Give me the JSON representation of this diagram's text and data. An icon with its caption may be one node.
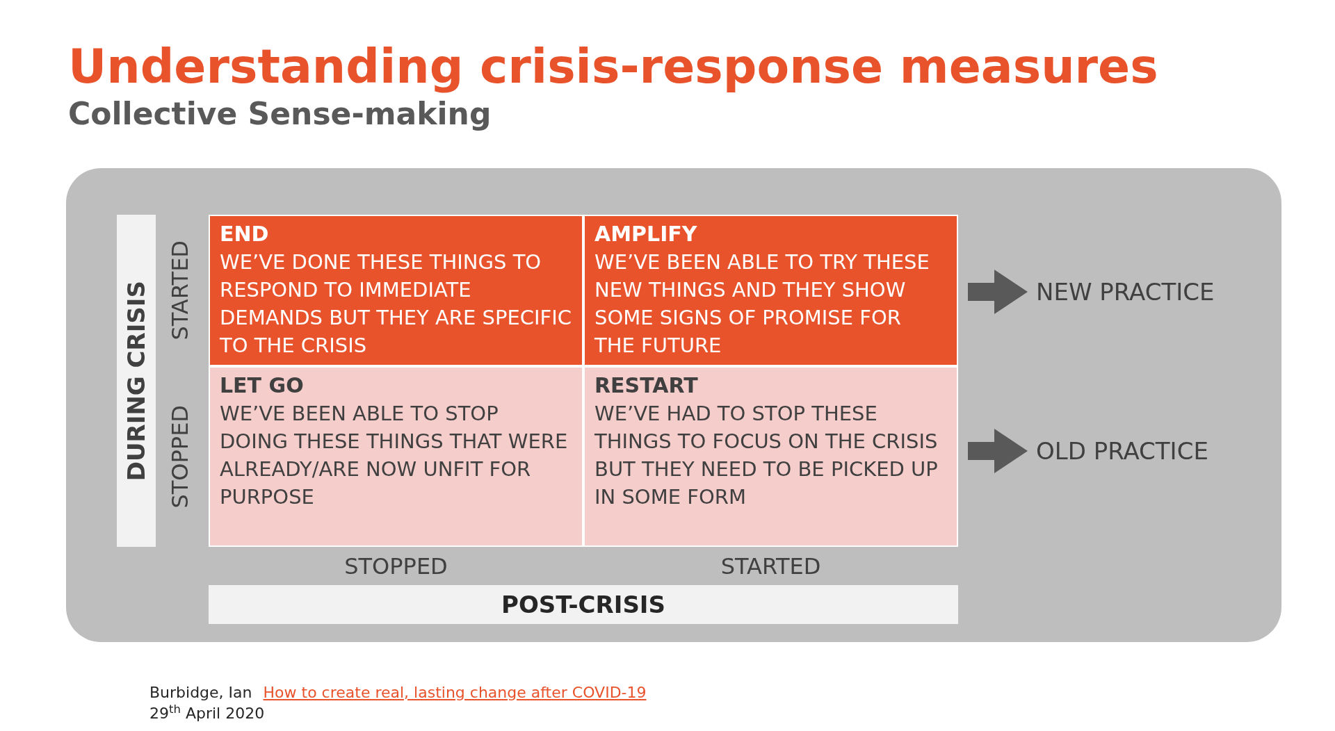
{
  "diagram": {
    "title": "Understanding crisis-response measures",
    "caption": "Collective Sense-making",
    "nodes": [
      {
        "text": [
          "END",
          "WE’VE DONE THESE THINGS TO RESPOND TO IMMEDIATE DEMANDS BUT THEY ARE SPECIFIC TO THE CRISIS"
        ]
      },
      {
        "text": [
          "AMPLIFY",
          "WE’VE BEEN ABLE TO TRY THESE NEW THINGS AND THEY SHOW SOME SIGNS OF PROMISE FOR THE FUTURE"
        ]
      },
      {
        "text": [
          "LET GO",
          "WE’VE BEEN ABLE TO STOP DOING THESE THINGS THAT WERE ALREADY/ARE NOW UNFIT FOR PURPOSE"
        ]
      },
      {
        "text": [
          "RESTART",
          "WE’VE HAD TO STOP THESE THINGS TO FOCUS ON THE CRISIS BUT THEY NEED TO BE PICKED UP IN SOME FORM"
        ]
      },
      {
        "text": [
          "NEW PRACTICE"
        ]
      },
      {
        "text": [
          "OLD PRACTICE"
        ]
      },
      {
        "text": [
          "DURING CRISIS"
        ]
      },
      {
        "text": [
          "POST-CRISIS"
        ]
      }
    ],
    "edges": [
      {
        "from": 1,
        "to": 4,
        "arrow": "to"
      },
      {
        "from": 3,
        "to": 5,
        "arrow": "to"
      }
    ],
    "labels": [
      "STARTED",
      "STOPPED",
      "STOPPED",
      "STARTED",
      "Burbidge, Ian",
      "How to create real, lasting change after COVID-19",
      "29$^{th}$ April 2020"
    ]
  }
}
